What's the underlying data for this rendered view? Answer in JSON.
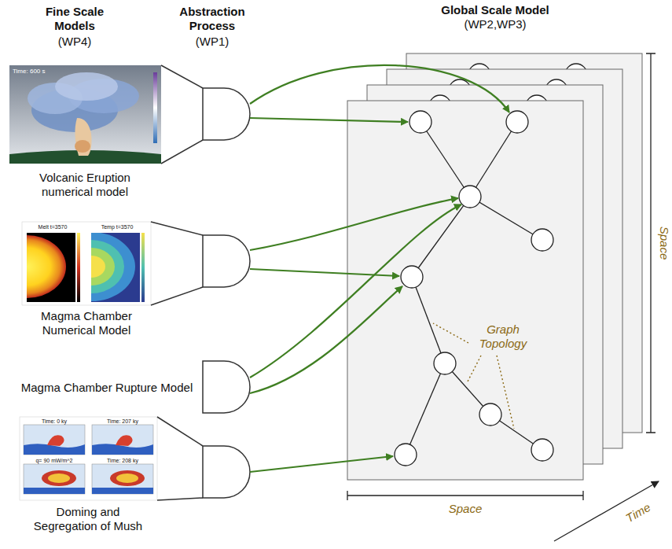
{
  "diagram": {
    "nodes": [
      {
        "text": [
          "Volcanic Eruption numerical model"
        ]
      },
      {
        "text": [
          "Magma Chamber Numerical Model"
        ]
      },
      {
        "text": [
          "Magma Chamber Rupture Model"
        ]
      },
      {
        "text": [
          "Doming and Segregation of Mush"
        ]
      }
    ],
    "labels": [
      "Fine Scale Models",
      "(WP4)",
      "Abstraction Process",
      "(WP1)",
      "Global Scale Model",
      "(WP2,WP3)",
      "Time: 600 s",
      "Melt t=3570",
      "Temp t=3570",
      "Time: 0 ky",
      "Time: 207 ky",
      "q= 90 mW/m^2",
      "Time: 208 ky",
      "Graph Topology",
      "Space",
      "Time",
      "Space"
    ]
  }
}
